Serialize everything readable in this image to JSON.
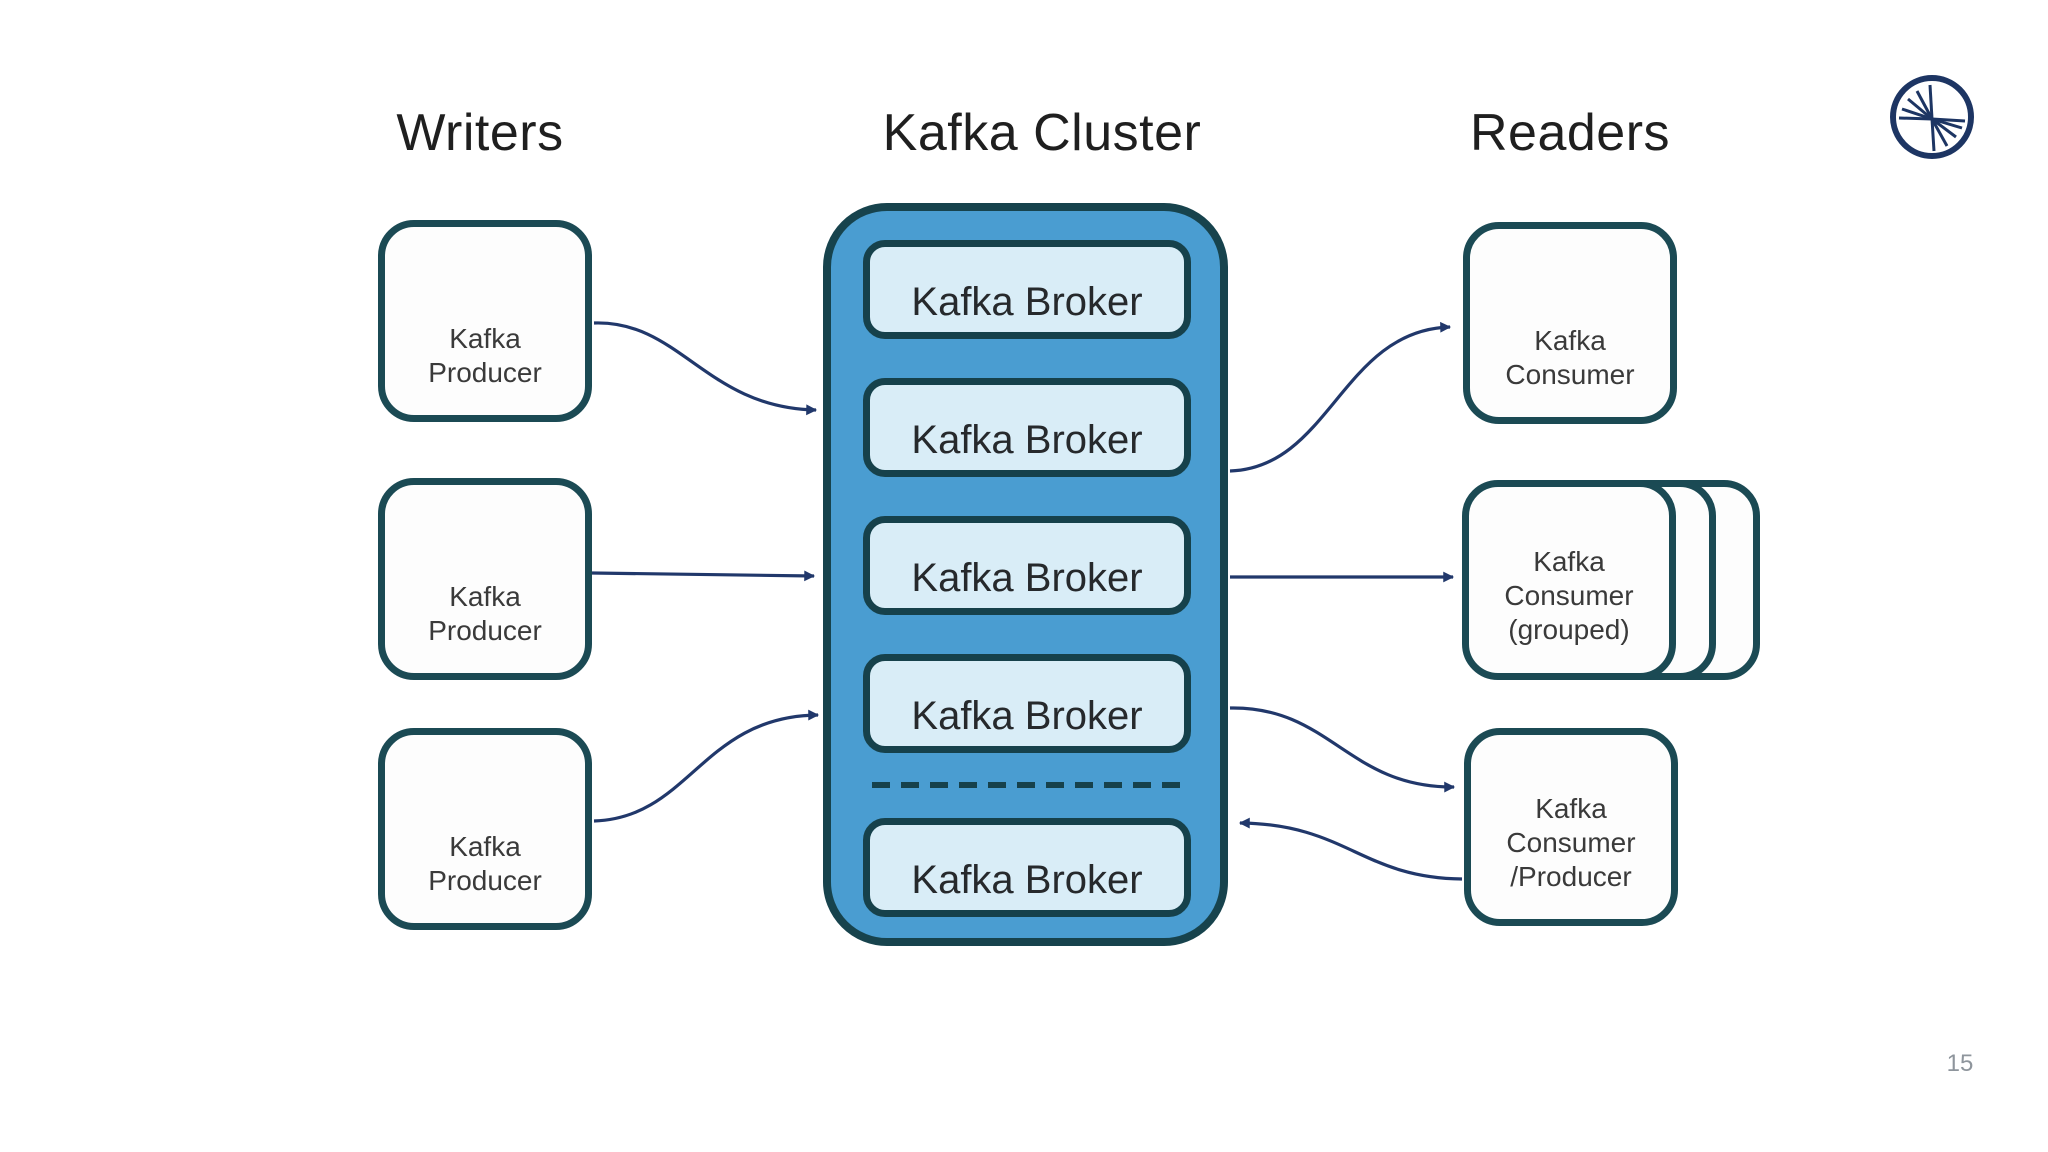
{
  "slide": {
    "page_number": "15"
  },
  "columns": {
    "writers": {
      "title": "Writers"
    },
    "cluster": {
      "title": "Kafka Cluster"
    },
    "readers": {
      "title": "Readers"
    }
  },
  "writers": {
    "producers": [
      {
        "id": "kafka-producer-1",
        "label": "Kafka\nProducer"
      },
      {
        "id": "kafka-producer-2",
        "label": "Kafka\nProducer"
      },
      {
        "id": "kafka-producer-3",
        "label": "Kafka\nProducer"
      }
    ]
  },
  "cluster": {
    "brokers": [
      {
        "id": "kafka-broker-1",
        "label": "Kafka Broker"
      },
      {
        "id": "kafka-broker-2",
        "label": "Kafka Broker"
      },
      {
        "id": "kafka-broker-3",
        "label": "Kafka Broker"
      },
      {
        "id": "kafka-broker-4",
        "label": "Kafka Broker"
      },
      {
        "id": "kafka-broker-5",
        "label": "Kafka Broker"
      }
    ],
    "separator": "dashed-line-more-brokers"
  },
  "readers": {
    "consumer": {
      "id": "kafka-consumer",
      "label": "Kafka\nConsumer"
    },
    "grouped_consumer": {
      "id": "kafka-consumer-grouped",
      "label": "Kafka\nConsumer\n(grouped)",
      "stack_count": 3
    },
    "consumer_producer": {
      "id": "kafka-consumer-producer",
      "label": "Kafka\nConsumer\n/Producer"
    }
  },
  "edges": [
    {
      "from": "kafka-producer-1",
      "to": "kafka-cluster",
      "direction": "right"
    },
    {
      "from": "kafka-producer-2",
      "to": "kafka-cluster",
      "direction": "right"
    },
    {
      "from": "kafka-producer-3",
      "to": "kafka-cluster",
      "direction": "right"
    },
    {
      "from": "kafka-cluster",
      "to": "kafka-consumer",
      "direction": "right"
    },
    {
      "from": "kafka-cluster",
      "to": "kafka-consumer-grouped",
      "direction": "right"
    },
    {
      "from": "kafka-cluster",
      "to": "kafka-consumer-producer",
      "direction": "right"
    },
    {
      "from": "kafka-consumer-producer",
      "to": "kafka-cluster",
      "direction": "left"
    }
  ],
  "icons": {
    "logo": "confluent-starburst-logo"
  },
  "colors": {
    "node_border_teal": "#1b4a54",
    "cluster_fill_blue": "#4a9dd1",
    "broker_fill_light_blue": "#d9edf7",
    "arrow_navy": "#21386b",
    "logo_navy": "#1d3563",
    "header_text": "#1f1f1f",
    "node_text": "#3a3a3a",
    "page_number_gray": "#8e959c"
  }
}
